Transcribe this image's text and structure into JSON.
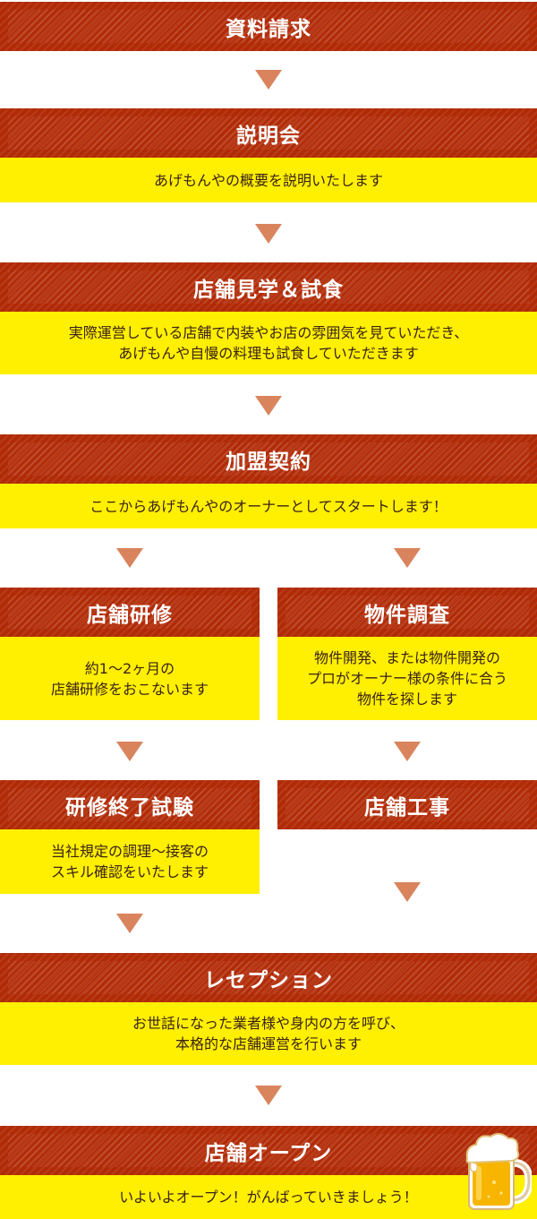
{
  "colors": {
    "header_bg": "#b12a06",
    "desc_bg": "#ffef00",
    "arrow": "#d9845d",
    "header_text": "#ffffff",
    "desc_text": "#3a2318"
  },
  "steps": {
    "document_request": {
      "title": "資料請求"
    },
    "explanation": {
      "title": "説明会",
      "desc": "あげもんやの概要を説明いたします"
    },
    "tour_tasting": {
      "title": "店舗見学＆試食",
      "desc": "実際運営している店舗で内装やお店の雰囲気を見ていただき、\nあげもんや自慢の料理も試食していただきます"
    },
    "franchise_contract": {
      "title": "加盟契約",
      "desc": "ここからあげもんやのオーナーとしてスタートします！"
    },
    "store_training": {
      "title": "店舗研修",
      "desc": "約1〜2ヶ月の\n店舗研修をおこないます"
    },
    "property_survey": {
      "title": "物件調査",
      "desc": "物件開発、または物件開発の\nプロがオーナー様の条件に合う\n物件を探します"
    },
    "training_exam": {
      "title": "研修終了試験",
      "desc": "当社規定の調理〜接客の\nスキル確認をいたします"
    },
    "store_construction": {
      "title": "店舗工事"
    },
    "reception": {
      "title": "レセプション",
      "desc": "お世話になった業者様や身内の方を呼び、\n本格的な店舗運営を行います"
    },
    "store_open": {
      "title": "店舗オープン",
      "desc": "いよいよオープン！がんばっていきましょう！"
    }
  },
  "icons": {
    "flow_arrow": "down-triangle-arrow-icon",
    "beer": "beer-mug-icon"
  }
}
